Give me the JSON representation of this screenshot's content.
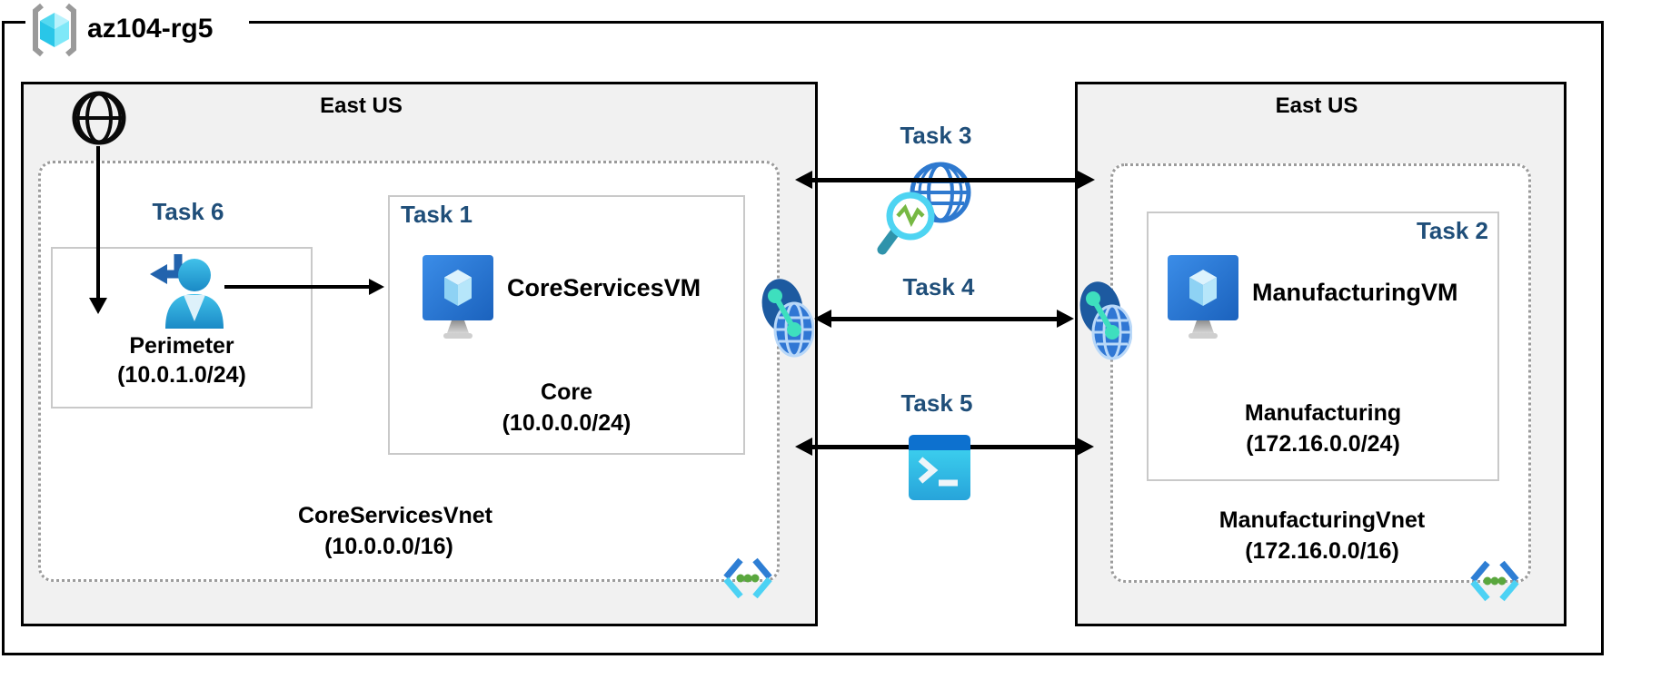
{
  "resource_group": {
    "name": "az104-rg5"
  },
  "left": {
    "region_label": "East US",
    "task6_label": "Task 6",
    "perimeter": {
      "name": "Perimeter",
      "cidr": "(10.0.1.0/24)"
    },
    "task1_label": "Task 1",
    "vm_name": "CoreServicesVM",
    "subnet": {
      "name": "Core",
      "cidr": "(10.0.0.0/24)"
    },
    "vnet": {
      "name": "CoreServicesVnet",
      "cidr": "(10.0.0.0/16)"
    }
  },
  "middle": {
    "task3_label": "Task 3",
    "task4_label": "Task 4",
    "task5_label": "Task 5"
  },
  "right": {
    "region_label": "East US",
    "task2_label": "Task 2",
    "vm_name": "ManufacturingVM",
    "subnet": {
      "name": "Manufacturing",
      "cidr": "(172.16.0.0/24)"
    },
    "vnet": {
      "name": "ManufacturingVnet",
      "cidr": "(172.16.0.0/16)"
    }
  },
  "icons": {
    "resource_group": "azure-resource-group-cube-with-brackets",
    "internet": "black-outline-globe",
    "guest_user": "blue-person-with-sign-in-arrow",
    "virtual_machine": "blue-monitor-with-cube",
    "network_watcher": "globe-with-magnifier-pulse",
    "network_gateway": "dark-ellipse-globe-with-teal-nodes",
    "cloud_shell": "terminal-prompt-window",
    "subnet_code": "angle-brackets-with-green-dots"
  },
  "colors": {
    "task_label": "#1f4e79",
    "region_fill": "#f1f1f1",
    "outer_border": "#000000",
    "vnet_border": "#9b9b9b",
    "subnet_border": "#c9c9c9",
    "azure_blue": "#2e7ed4",
    "azure_cyan": "#4cd2f4",
    "dot_green": "#5aa73e",
    "teal_node": "#3edfbe",
    "shell_header": "#0d71cf"
  }
}
